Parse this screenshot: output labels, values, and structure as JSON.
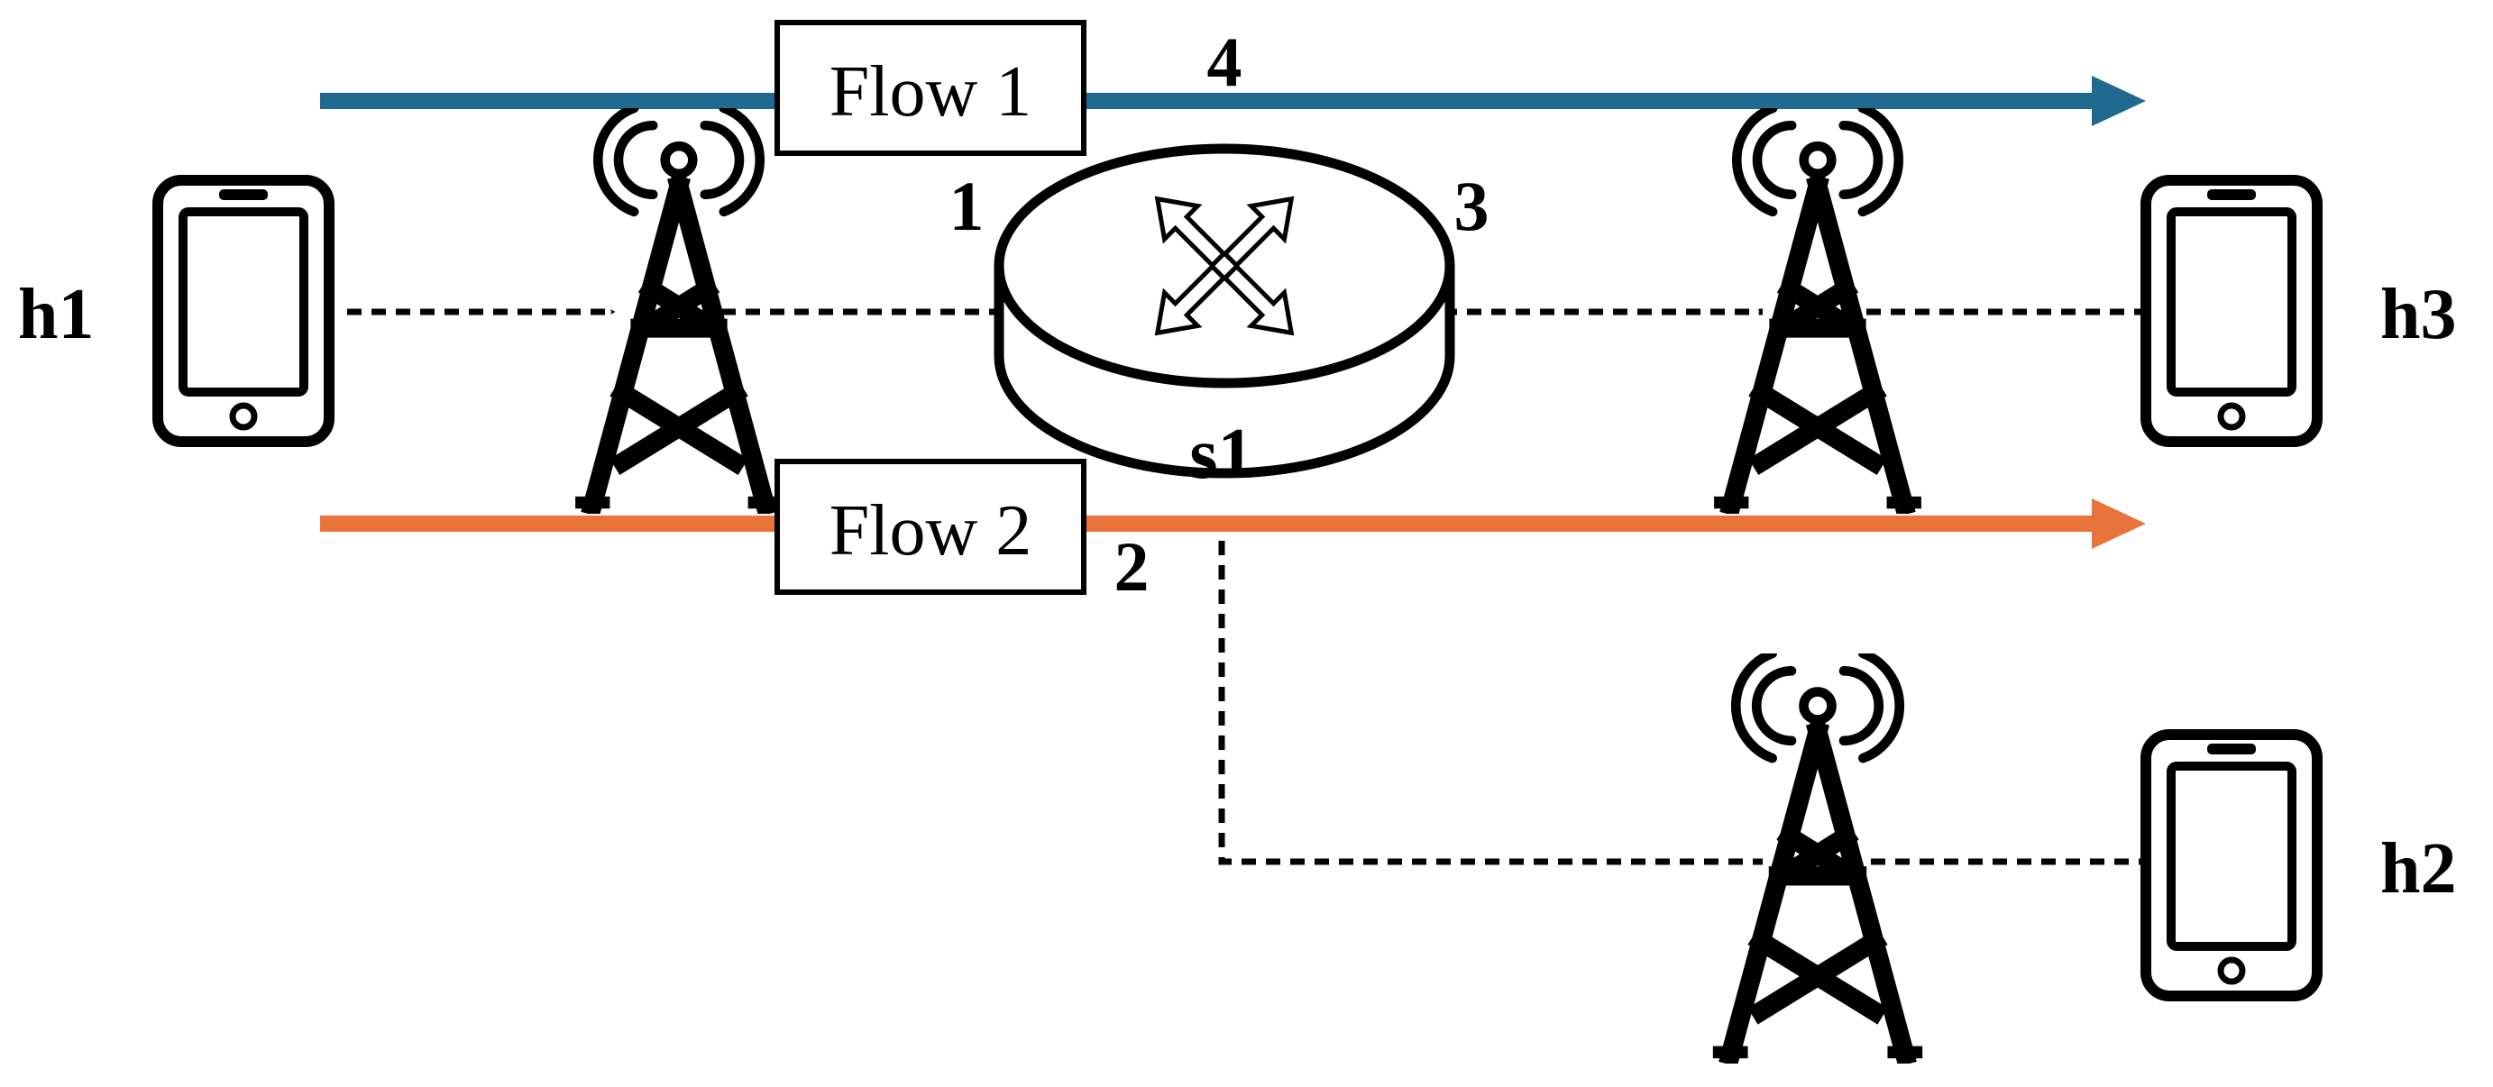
{
  "colors": {
    "flow1": "#1F6A8E",
    "flow2": "#E8743B",
    "line": "#000000",
    "background": "#FFFFFF"
  },
  "flows": [
    {
      "id": "flow1",
      "label": "Flow 1"
    },
    {
      "id": "flow2",
      "label": "Flow 2"
    }
  ],
  "hosts": {
    "h1": "h1",
    "h2": "h2",
    "h3": "h3"
  },
  "switch": {
    "label": "s1",
    "ports": {
      "p1": "1",
      "p2": "2",
      "p3": "3",
      "p4": "4"
    }
  },
  "icons": {
    "host": "smartphone-icon",
    "access_point": "radio-tower-icon",
    "switch": "network-switch-icon"
  }
}
